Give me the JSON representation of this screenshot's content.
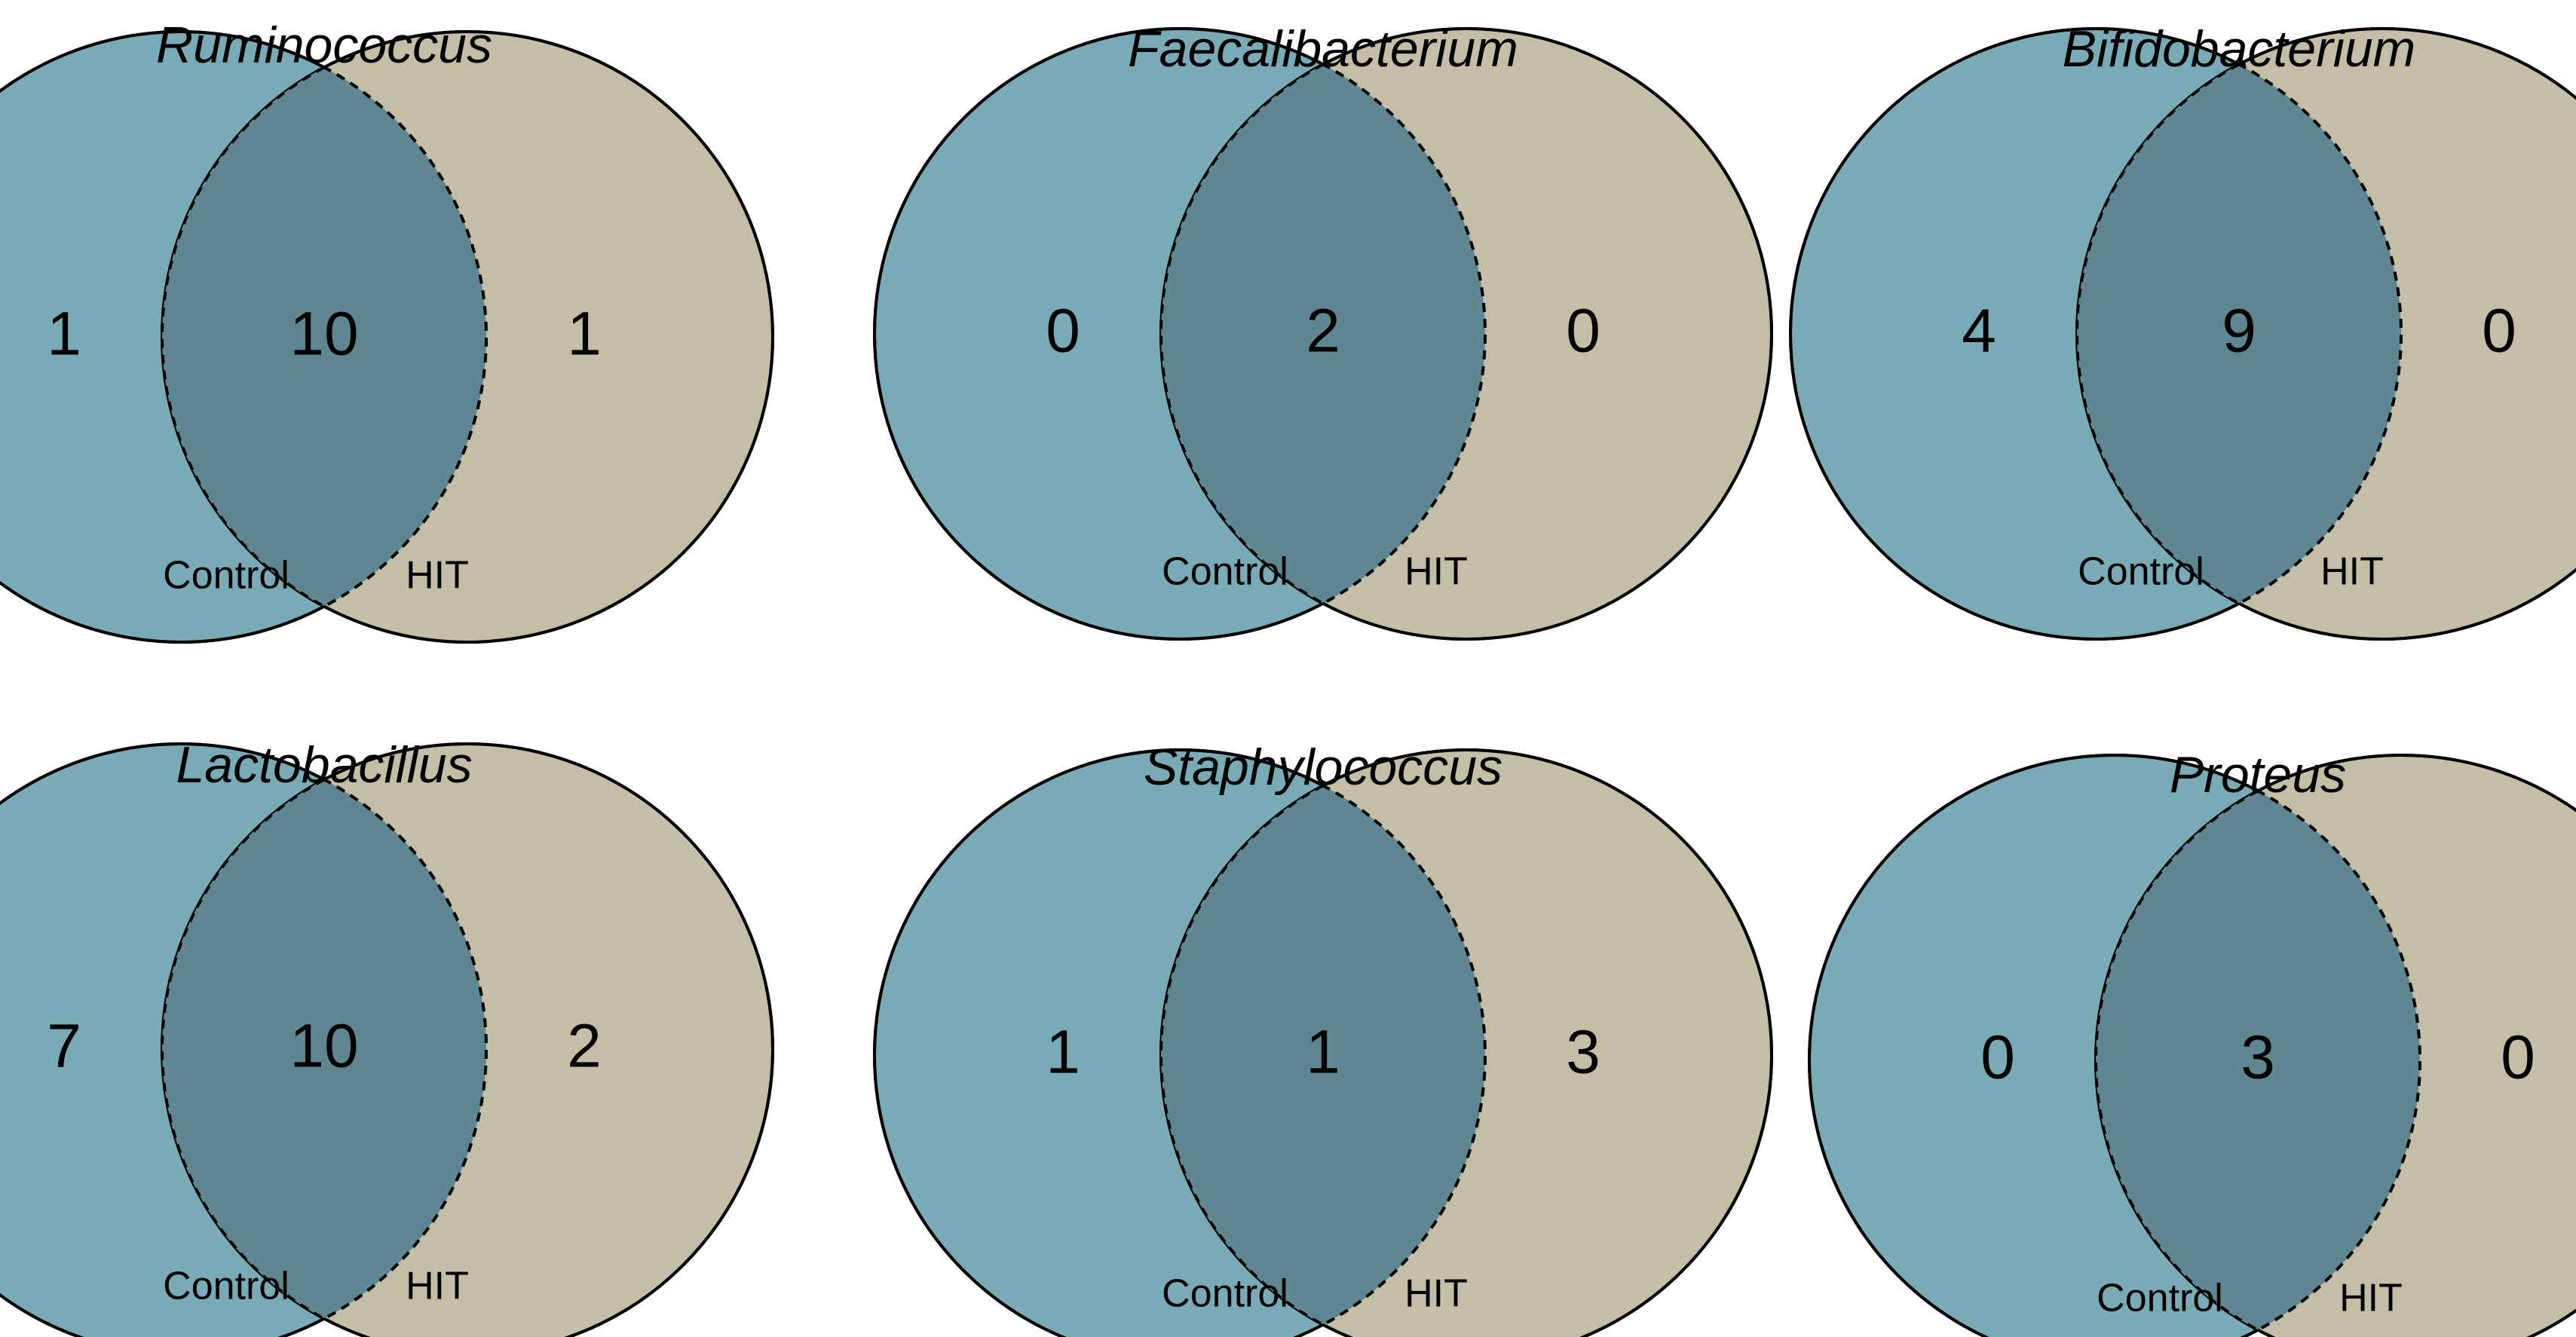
{
  "colors": {
    "control": "#79abb7",
    "hit": "#c4bea6",
    "overlap": "#5e8791"
  },
  "diagrams": [
    {
      "title": "Ruminococcus",
      "left_label": "Control",
      "right_label": "HIT",
      "left_only": "1",
      "shared": "10",
      "right_only": "1"
    },
    {
      "title": "Faecalibacterium",
      "left_label": "Control",
      "right_label": "HIT",
      "left_only": "0",
      "shared": "2",
      "right_only": "0"
    },
    {
      "title": "Bifidobacterium",
      "left_label": "Control",
      "right_label": "HIT",
      "left_only": "4",
      "shared": "9",
      "right_only": "0"
    },
    {
      "title": "Lactobacillus",
      "left_label": "Control",
      "right_label": "HIT",
      "left_only": "7",
      "shared": "10",
      "right_only": "2"
    },
    {
      "title": "Staphylococcus",
      "left_label": "Control",
      "right_label": "HIT",
      "left_only": "1",
      "shared": "1",
      "right_only": "3"
    },
    {
      "title": "Proteus",
      "left_label": "Control",
      "right_label": "HIT",
      "left_only": "0",
      "shared": "3",
      "right_only": "0"
    }
  ]
}
